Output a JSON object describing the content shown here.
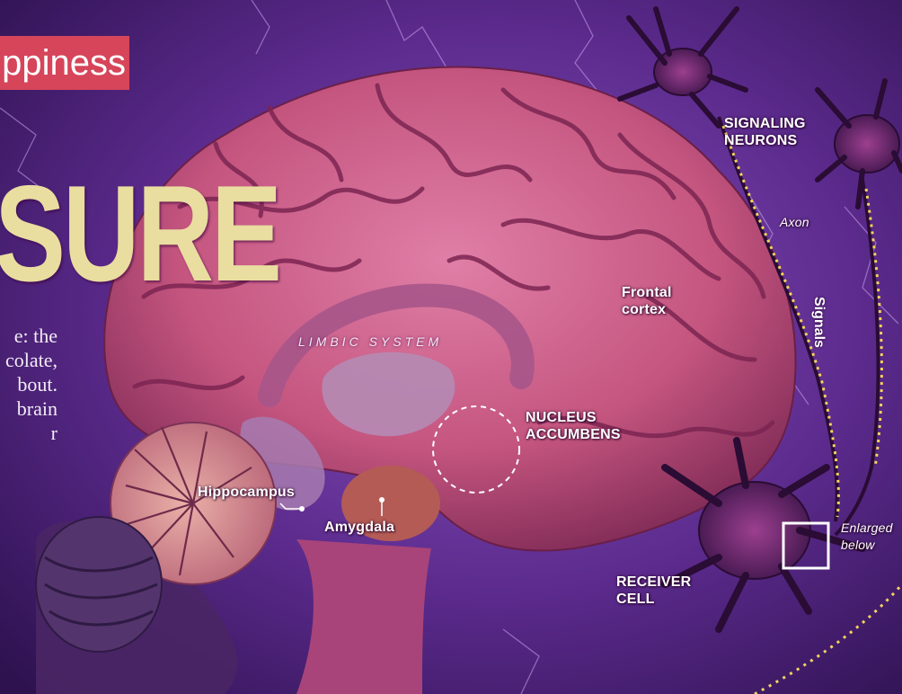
{
  "header_tag": "ppiness",
  "headline": "SURE",
  "body_text": [
    "e: the",
    "colate,",
    "bout.",
    "brain",
    "r"
  ],
  "section_title": "LIMBIC SYSTEM",
  "labels": {
    "signaling_neurons": [
      "SIGNALING",
      "NEURONS"
    ],
    "axon": "Axon",
    "signals": "Signals",
    "frontal_cortex": [
      "Frontal",
      "cortex"
    ],
    "nucleus_accumbens": [
      "NUCLEUS",
      "ACCUMBENS"
    ],
    "hippocampus": "Hippocampus",
    "amygdala": "Amygdala",
    "receiver_cell": [
      "RECEIVER",
      "CELL"
    ],
    "enlarged_below": [
      "Enlarged",
      "below"
    ]
  },
  "colors": {
    "background": "#5b2a8c",
    "brain": "#c4557f",
    "cerebellum": "#d98a8f",
    "tag": "#d6455a",
    "headline": "#e9dda0",
    "neuron": "#3a1448"
  }
}
